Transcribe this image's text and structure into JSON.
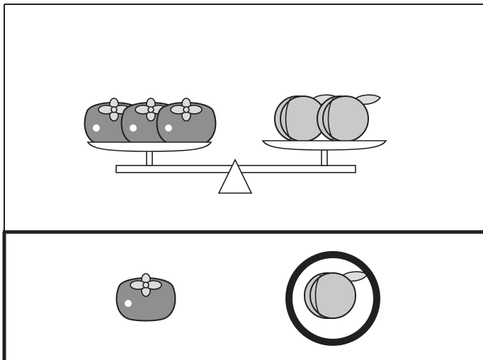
{
  "scale": {
    "left_pan": {
      "item": "persimmon",
      "count": 3
    },
    "right_pan": {
      "item": "peach",
      "count": 2
    }
  },
  "answer_choices": [
    {
      "item": "persimmon",
      "selected": false
    },
    {
      "item": "peach",
      "selected": true
    }
  ],
  "colors": {
    "persimmon_fill": "#8f8f8f",
    "peach_fill": "#c9c9c9",
    "leaf_fill": "#dcdcdc",
    "stroke": "#231f20",
    "background": "#ffffff"
  }
}
